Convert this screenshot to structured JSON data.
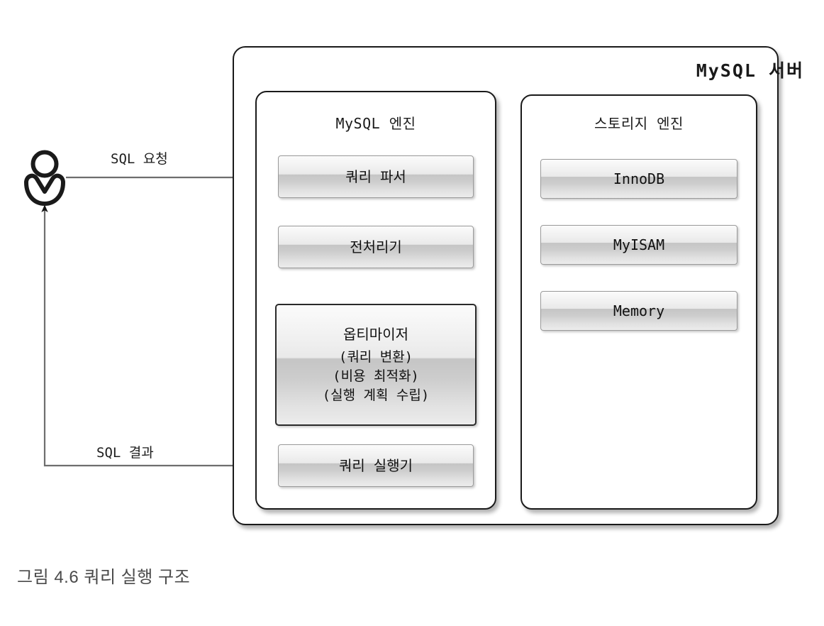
{
  "figure": {
    "caption": "그림 4.6 쿼리 실행 구조",
    "server": {
      "title": "MySQL 서버"
    },
    "engine": {
      "title": "MySQL 엔진",
      "components": [
        {
          "id": "parser",
          "label": "쿼리 파서"
        },
        {
          "id": "preprocessor",
          "label": "전처리기"
        },
        {
          "id": "optimizer",
          "label": "옵티마이저",
          "details": [
            "(쿼리 변환)",
            "(비용 최적화)",
            "(실행 계획 수립)"
          ]
        },
        {
          "id": "executor",
          "label": "쿼리 실행기"
        }
      ]
    },
    "storage": {
      "title": "스토리지 엔진",
      "components": [
        {
          "id": "innodb",
          "label": "InnoDB"
        },
        {
          "id": "myisam",
          "label": "MyISAM"
        },
        {
          "id": "memory",
          "label": "Memory"
        }
      ]
    },
    "edges": [
      {
        "id": "sql-request",
        "label": "SQL 요청"
      },
      {
        "id": "sql-result",
        "label": "SQL 결과"
      }
    ],
    "actor": {
      "id": "user",
      "label": ""
    }
  },
  "colors": {
    "line": "#6e6e6e",
    "arrow": "#111111",
    "box_border": "#1a1a1a",
    "chip_top": "#fbfbfb",
    "chip_mid": "#c5c5c5",
    "caption_text": "#4a4a4a",
    "background": "#ffffff"
  }
}
